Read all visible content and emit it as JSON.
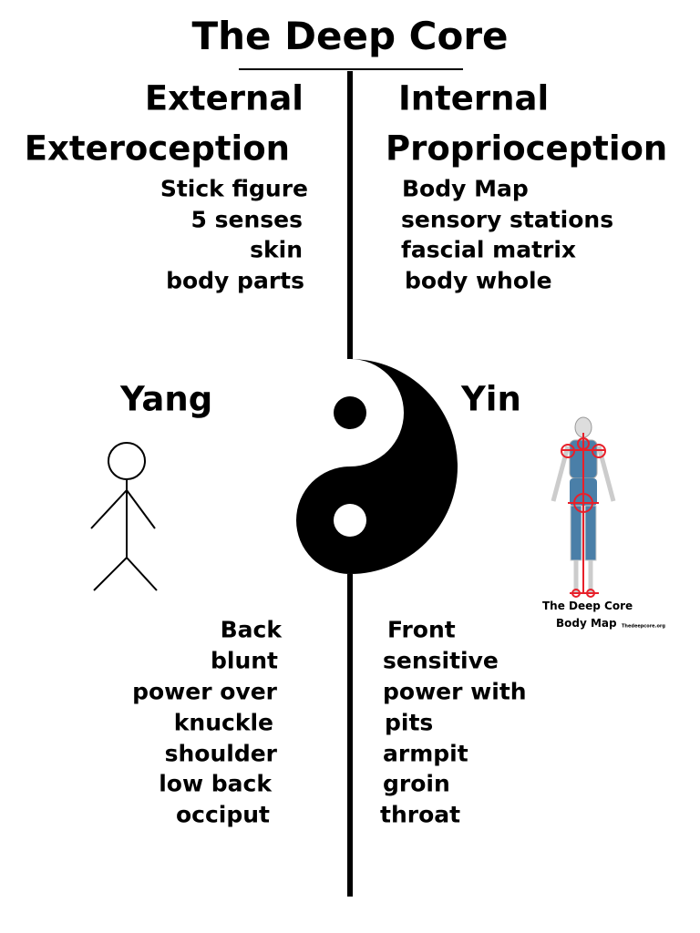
{
  "title": "The Deep Core",
  "left": {
    "heading1": "External",
    "heading2": "Exteroception",
    "items": [
      "Stick figure",
      "5 senses",
      "skin",
      "body parts"
    ],
    "label": "Yang",
    "traits": [
      "Back",
      "blunt",
      "power over",
      "knuckle",
      "shoulder",
      "low back",
      "occiput"
    ]
  },
  "right": {
    "heading1": "Internal",
    "heading2": "Proprioception",
    "items": [
      "Body Map",
      "sensory stations",
      "fascial matrix",
      "body whole"
    ],
    "label": "Yin",
    "traits": [
      "Front",
      "sensitive",
      "power with",
      "pits",
      "armpit",
      "groin",
      "throat"
    ]
  },
  "body_map": {
    "caption1": "The Deep Core",
    "caption2": "Body Map",
    "site": "Thedeepcore.org"
  },
  "colors": {
    "accent": "#e8202a",
    "muscle": "#4a7fa8"
  }
}
